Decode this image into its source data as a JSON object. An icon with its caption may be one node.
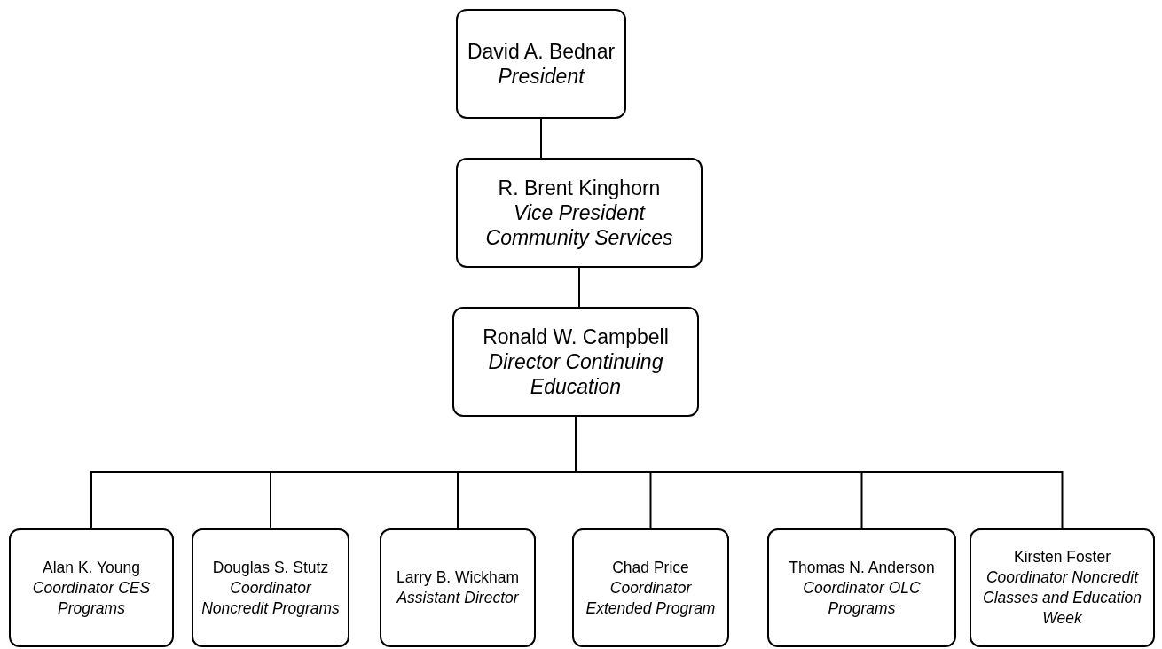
{
  "diagram": {
    "nodes": [
      {
        "text": [
          "David A. Bednar",
          "President"
        ]
      },
      {
        "text": [
          "R. Brent Kinghorn",
          "Vice President Community Services"
        ]
      },
      {
        "text": [
          "Ronald W. Campbell",
          "Director Continuing Education"
        ]
      },
      {
        "text": [
          "Alan K. Young",
          "Coordinator CES Programs"
        ]
      },
      {
        "text": [
          "Douglas S. Stutz",
          "Coordinator Noncredit Programs"
        ]
      },
      {
        "text": [
          "Larry B. Wickham",
          "Assistant Director"
        ]
      },
      {
        "text": [
          "Chad Price",
          "Coordinator Extended Program"
        ]
      },
      {
        "text": [
          "Thomas N. Anderson",
          "Coordinator OLC Programs"
        ]
      },
      {
        "text": [
          "Kirsten Foster",
          "Coordinator Noncredit Classes and Education Week"
        ]
      }
    ],
    "edges": [
      {
        "from": 0,
        "to": 1,
        "arrow": "none"
      },
      {
        "from": 1,
        "to": 2,
        "arrow": "none"
      },
      {
        "from": 2,
        "to": 3,
        "arrow": "none"
      },
      {
        "from": 2,
        "to": 4,
        "arrow": "none"
      },
      {
        "from": 2,
        "to": 5,
        "arrow": "none"
      },
      {
        "from": 2,
        "to": 6,
        "arrow": "none"
      },
      {
        "from": 2,
        "to": 7,
        "arrow": "none"
      },
      {
        "from": 2,
        "to": 8,
        "arrow": "none"
      }
    ]
  }
}
